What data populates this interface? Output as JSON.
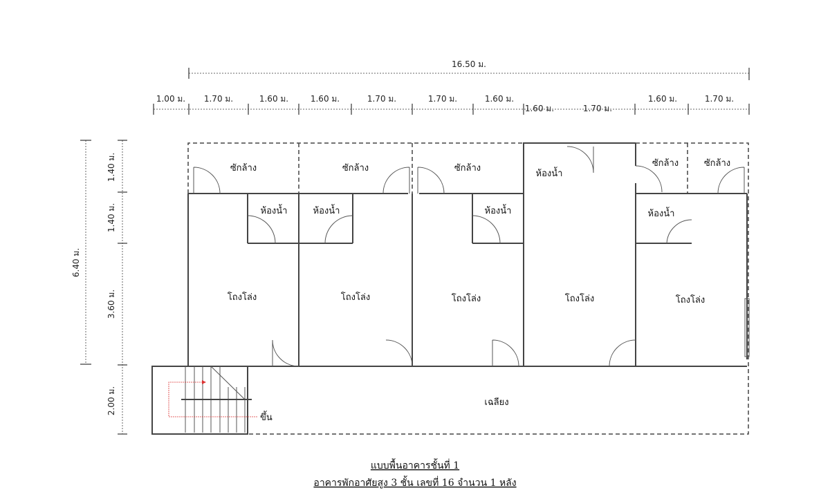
{
  "dimensions": {
    "total_width": "16.50 ม.",
    "segments": [
      "1.00 ม.",
      "1.70 ม.",
      "1.60 ม.",
      "1.60 ม.",
      "1.70 ม.",
      "1.70 ม.",
      "1.60 ม.",
      "1.60 ม.",
      "1.70 ม.",
      "1.60 ม.",
      "1.70 ม."
    ],
    "total_depth": "6.40 ม.",
    "depth_segments": [
      "1.40 ม.",
      "1.40 ม.",
      "3.60 ม.",
      "2.00 ม."
    ]
  },
  "rooms": {
    "wash": "ซักล้าง",
    "bath": "ห้องน้ำ",
    "hall": "โถงโล่ง",
    "veranda": "เฉลียง",
    "stair_up": "ขึ้น"
  },
  "caption": {
    "line1": "แบบพื้นอาคารชั้นที่ 1",
    "line2": "อาคารพักอาศัยสูง 3 ชั้น เลขที่ 16 จำนวน 1 หลัง"
  }
}
